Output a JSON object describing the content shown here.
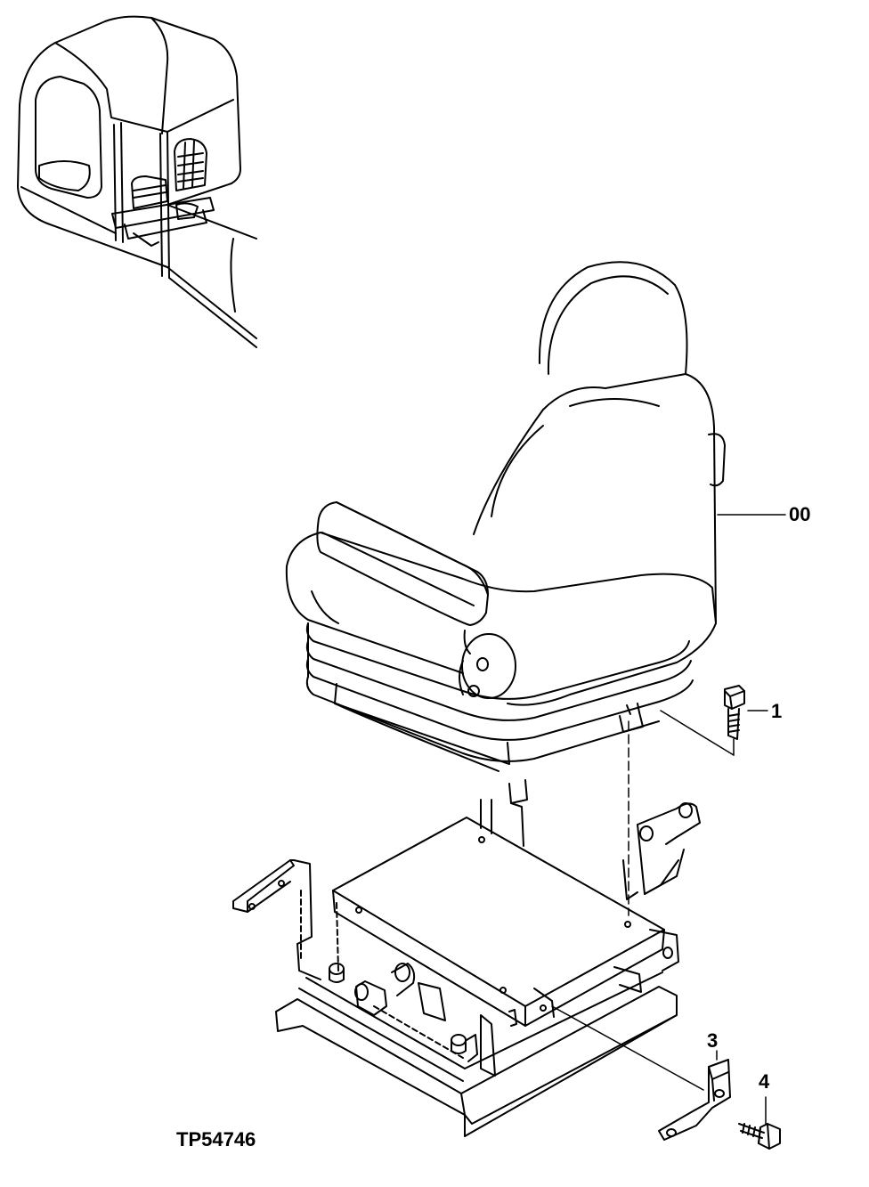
{
  "figure": {
    "id": "TP54746"
  },
  "callouts": {
    "seat": "00",
    "cap_screw": "1",
    "bracket": "3",
    "bolt": "4"
  }
}
